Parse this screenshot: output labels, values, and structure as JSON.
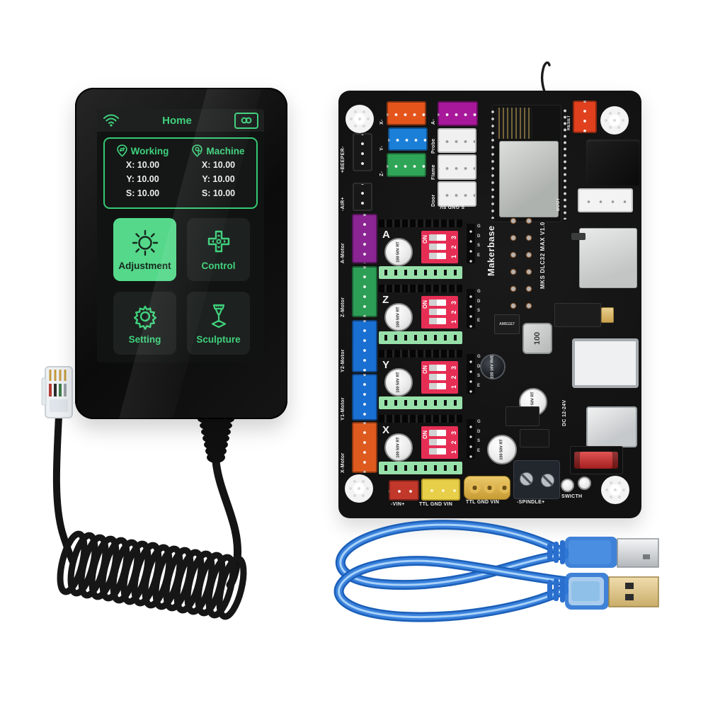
{
  "scene": {
    "background": "#ffffff",
    "accent_green": "#3fd17c",
    "active_tile_green": "#55d88a"
  },
  "screen_ui": {
    "topbar": {
      "title": "Home"
    },
    "panel": {
      "columns": [
        {
          "label": "Working",
          "rows": [
            "X: 10.00",
            "Y: 10.00",
            "S: 10.00"
          ]
        },
        {
          "label": "Machine",
          "rows": [
            "X: 10.00",
            "Y: 10.00",
            "S: 10.00"
          ]
        }
      ]
    },
    "tiles": [
      {
        "label": "Adjustment",
        "active": true
      },
      {
        "label": "Control",
        "active": false
      },
      {
        "label": "Setting",
        "active": false
      },
      {
        "label": "Sculpture",
        "active": false
      }
    ]
  },
  "pcb": {
    "brand": "Makerbase",
    "model": "MKS DLC32 MAX V1.0",
    "labels": {
      "boot": "BOOT",
      "reset": "RESET",
      "dc_power": "DC 12-24V",
      "io_header": "S GND 5V",
      "beeper": "+BEEPER-",
      "air": "-AIR+",
      "vin": "-VIN+",
      "ttl_yellow": "TTL GND VIN",
      "ttl_gold": "TTL GND VIN",
      "spindle": "-SPINDLE+",
      "switch": "SWICTH"
    },
    "axis_ports": [
      {
        "label": "X-",
        "color": "#e4551c"
      },
      {
        "label": "Y-",
        "color": "#1b7fd8"
      },
      {
        "label": "Z-",
        "color": "#2fa557"
      },
      {
        "label": "A-",
        "color": "#a8189a"
      }
    ],
    "signal_ports": [
      {
        "label": "Probe"
      },
      {
        "label": "Flame"
      },
      {
        "label": "Door"
      }
    ],
    "motor_ports": [
      {
        "label": "A-Motor",
        "color": "#8b2593"
      },
      {
        "label": "Z-Motor",
        "color": "#2d9e56"
      },
      {
        "label": "Y2-Motor",
        "color": "#1a6fd2"
      },
      {
        "label": "Y1-Motor",
        "color": "#1a6fd2"
      },
      {
        "label": "X-Motor",
        "color": "#df5a1f"
      }
    ],
    "drivers": [
      {
        "letter": "A"
      },
      {
        "letter": "Z"
      },
      {
        "letter": "Y"
      },
      {
        "letter": "X"
      }
    ],
    "driver_common": {
      "dip_on": "ON",
      "dip_numbers": "1 2 3",
      "cap": "100 50V RT",
      "pins": [
        "G",
        "D",
        "S",
        "E"
      ]
    },
    "power_parts": {
      "regulator": "AMS1117",
      "inductor": "100",
      "cap220": "220 16V RVE",
      "cap100": "100 50V RT"
    }
  }
}
